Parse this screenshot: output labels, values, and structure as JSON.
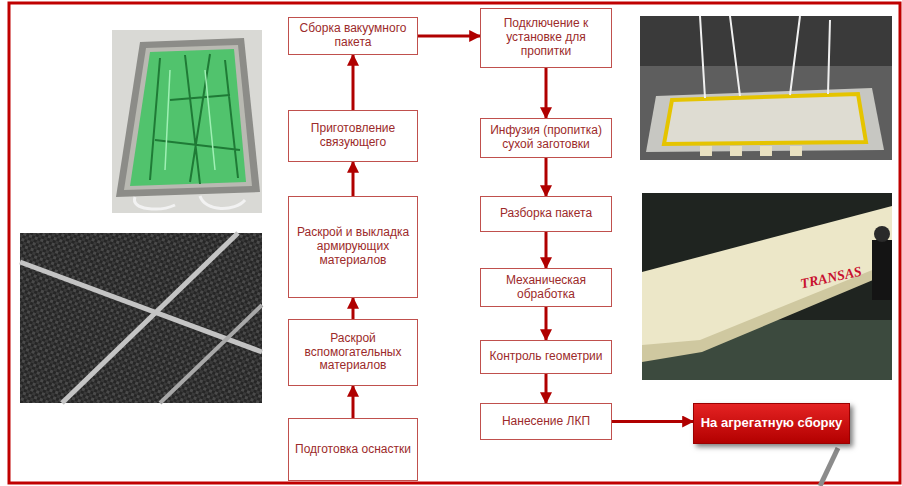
{
  "diagram": {
    "nodes": [
      {
        "text": [
          "Подготовка оснастки"
        ]
      },
      {
        "text": [
          "Раскрой вспомогательных материалов"
        ]
      },
      {
        "text": [
          "Раскрой и выкладка армирующих материалов"
        ]
      },
      {
        "text": [
          "Приготовление связующего"
        ]
      },
      {
        "text": [
          "Сборка вакуумного пакета"
        ]
      },
      {
        "text": [
          "Подключение к установке для пропитки"
        ]
      },
      {
        "text": [
          "Инфузия (пропитка) сухой заготовки"
        ]
      },
      {
        "text": [
          "Разборка пакета"
        ]
      },
      {
        "text": [
          "Механическая обработка"
        ]
      },
      {
        "text": [
          "Контроль геометрии"
        ]
      },
      {
        "text": [
          "Нанесение ЛКП"
        ]
      },
      {
        "text": [
          "На агрегатную сборку"
        ]
      }
    ],
    "edges": [
      {
        "from": 0,
        "to": 1,
        "arrow": "to"
      },
      {
        "from": 1,
        "to": 2,
        "arrow": "to"
      },
      {
        "from": 2,
        "to": 3,
        "arrow": "to"
      },
      {
        "from": 3,
        "to": 4,
        "arrow": "to"
      },
      {
        "from": 4,
        "to": 5,
        "arrow": "to"
      },
      {
        "from": 5,
        "to": 6,
        "arrow": "to"
      },
      {
        "from": 6,
        "to": 7,
        "arrow": "to"
      },
      {
        "from": 7,
        "to": 8,
        "arrow": "to"
      },
      {
        "from": 8,
        "to": 9,
        "arrow": "to"
      },
      {
        "from": 9,
        "to": 10,
        "arrow": "to"
      },
      {
        "from": 10,
        "to": 11,
        "arrow": "to"
      }
    ],
    "labels": [
      "TRANSAS"
    ]
  }
}
